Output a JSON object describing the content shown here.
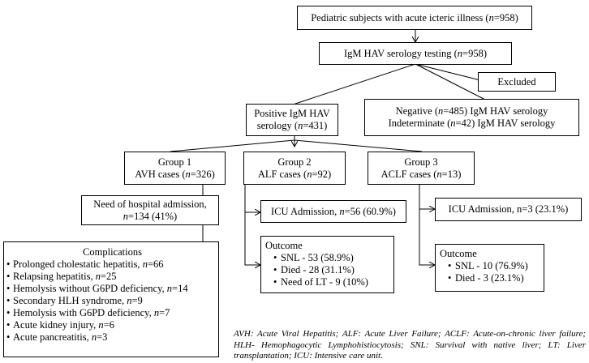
{
  "nodes": {
    "root": {
      "pre": "Pediatric subjects with acute icteric illness (",
      "n": "n",
      "post": "=958)"
    },
    "serology": {
      "pre": "IgM HAV serology testing (",
      "n": "n",
      "post": "=958)"
    },
    "excluded": {
      "label": "Excluded"
    },
    "positive": {
      "line1": "Positive IgM HAV",
      "pre": "serology (",
      "n": "n",
      "post": "=431)"
    },
    "negative": {
      "l1_pre": "Negative (",
      "l1_n": "n",
      "l1_post": "=485) IgM HAV serology",
      "l2_pre": "Indeterminate (",
      "l2_n": "n",
      "l2_post": "=42) IgM HAV serology"
    },
    "group1": {
      "title": "Group 1",
      "pre": "AVH cases (",
      "n": "n",
      "post": "=326)"
    },
    "group2": {
      "title": "Group 2",
      "pre": "ALF cases (",
      "n": "n",
      "post": "=92)"
    },
    "group3": {
      "title": "Group 3",
      "pre": "ACLF cases (",
      "n": "n",
      "post": "=13)"
    },
    "admission": {
      "line1": "Need of hospital admission,",
      "n": "n",
      "post": "=134 (41%)"
    },
    "icu2": {
      "pre": "ICU Admission, ",
      "n": "n",
      "post": "=56 (60.9%)"
    },
    "icu3": {
      "text": "ICU Admission, n=3 (23.1%)"
    },
    "complications": {
      "title": "Complications",
      "items": [
        {
          "pre": "Prolonged cholestatic hepatitis, ",
          "n": "n",
          "post": "=66"
        },
        {
          "pre": "Relapsing hepatitis, ",
          "n": "n",
          "post": "=25"
        },
        {
          "pre": "Hemolysis without G6PD deficiency, ",
          "n": "n",
          "post": "=14"
        },
        {
          "pre": "Secondary HLH syndrome, ",
          "n": "n",
          "post": "=9"
        },
        {
          "pre": "Hemolysis with G6PD deficiency, ",
          "n": "n",
          "post": "=7"
        },
        {
          "pre": "Acute kidney injury, ",
          "n": "n",
          "post": "=6"
        },
        {
          "pre": "Acute pancreatitis, ",
          "n": "n",
          "post": "=3"
        }
      ]
    },
    "outcome2": {
      "title": "Outcome",
      "items": [
        "SNL - 53  (58.9%)",
        "Died - 28 (31.1%)",
        "Need of LT - 9 (10%)"
      ]
    },
    "outcome3": {
      "title": "Outcome",
      "items": [
        "SNL - 10  (76.9%)",
        "Died - 3 (23.1%)"
      ]
    }
  },
  "abbreviations": "AVH: Acute Viral Hepatitis; ALF: Acute Liver Failure; ACLF: Acute-on-chronic liver failure; HLH- Hemophagocytic Lymphohistiocytosis; SNL: Survival with native liver; LT: Liver transplantation; ICU: Intensive care unit."
}
